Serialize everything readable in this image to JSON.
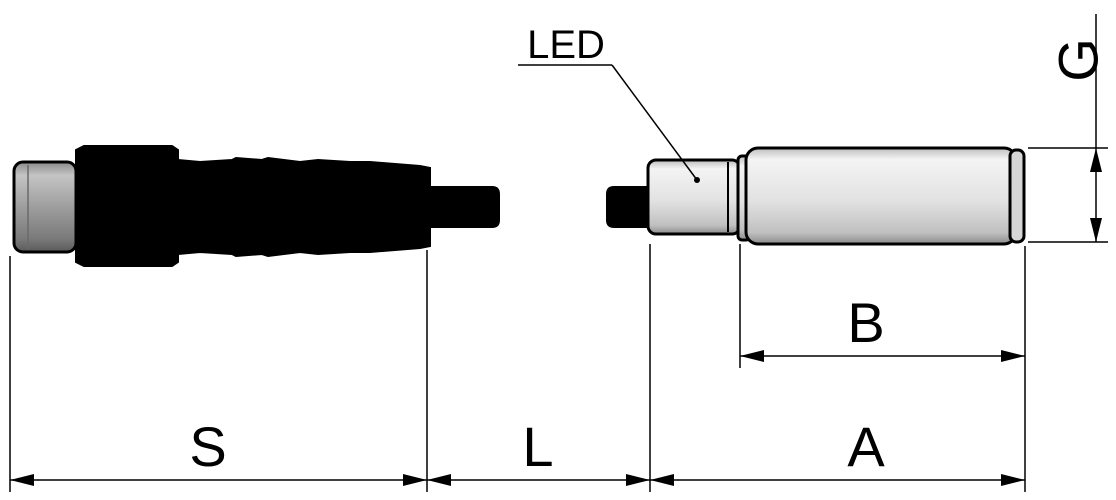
{
  "diagram": {
    "type": "technical-dimension-drawing",
    "colors": {
      "background": "#ffffff",
      "outline": "#000000",
      "connector_body": "#000000",
      "metal_light": "#ececec",
      "metal_mid": "#c9c9c9",
      "metal_dark": "#8a8a8a"
    },
    "labels": {
      "led": "LED",
      "s": "S",
      "l": "L",
      "a": "A",
      "b": "B",
      "g": "G"
    }
  }
}
